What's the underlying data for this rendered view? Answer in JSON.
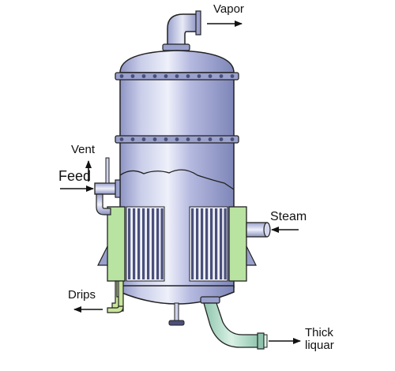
{
  "labels": {
    "vapor": "Vapor",
    "vent": "Vent",
    "feed": "Feed",
    "steam": "Steam",
    "drips": "Drips",
    "thick_liquor_line1": "Thick",
    "thick_liquor_line2": "liquar"
  },
  "colors": {
    "vessel_body": "#a9afd6",
    "vessel_highlight": "#e6e8f6",
    "vessel_shade": "#7e86b8",
    "steam_chest": "#b8e3a0",
    "tube_dark": "#4a4f7a",
    "product_pipe": "#a8d8c4",
    "drip_pipe": "#c9e59a",
    "outline": "#222222"
  }
}
